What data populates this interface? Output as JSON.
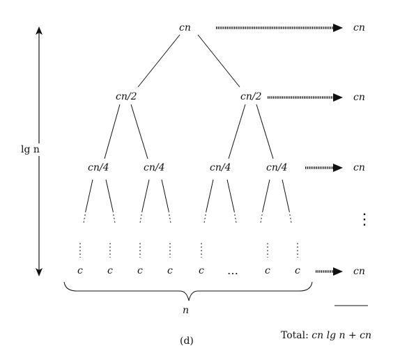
{
  "nodes": {
    "root": "cn",
    "level1": [
      "cn/2",
      "cn/2"
    ],
    "level2": [
      "cn/4",
      "cn/4",
      "cn/4",
      "cn/4"
    ],
    "leaves": [
      "c",
      "c",
      "c",
      "c",
      "c",
      "c",
      "c"
    ],
    "leaf_ellipsis": "…"
  },
  "level_costs": [
    "cn",
    "cn",
    "cn",
    "cn"
  ],
  "vertical_ellipsis": "⋮",
  "height_label": "lg n",
  "width_label": "n",
  "total_prefix": "Total: ",
  "total_formula": "cn lg n + cn",
  "caption": "(d)"
}
